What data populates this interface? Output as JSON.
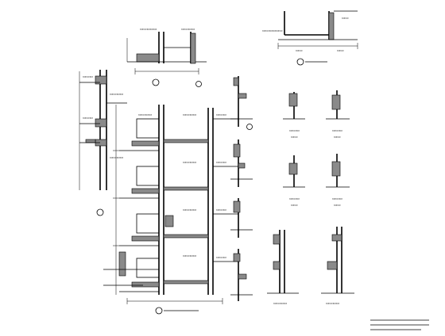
{
  "colors": {
    "ink": "#000000",
    "paper": "#ffffff",
    "hatch": "#8a8a8a"
  },
  "detail_markers": [
    {
      "id": "marker-top-center",
      "text": ""
    },
    {
      "id": "marker-left-column",
      "text": ""
    },
    {
      "id": "marker-right-small",
      "text": ""
    },
    {
      "id": "marker-bottom-main",
      "text": ""
    },
    {
      "id": "marker-top-right",
      "text": ""
    }
  ],
  "notes": {
    "heading": "",
    "lines": [
      "",
      "",
      "",
      "",
      ""
    ]
  }
}
